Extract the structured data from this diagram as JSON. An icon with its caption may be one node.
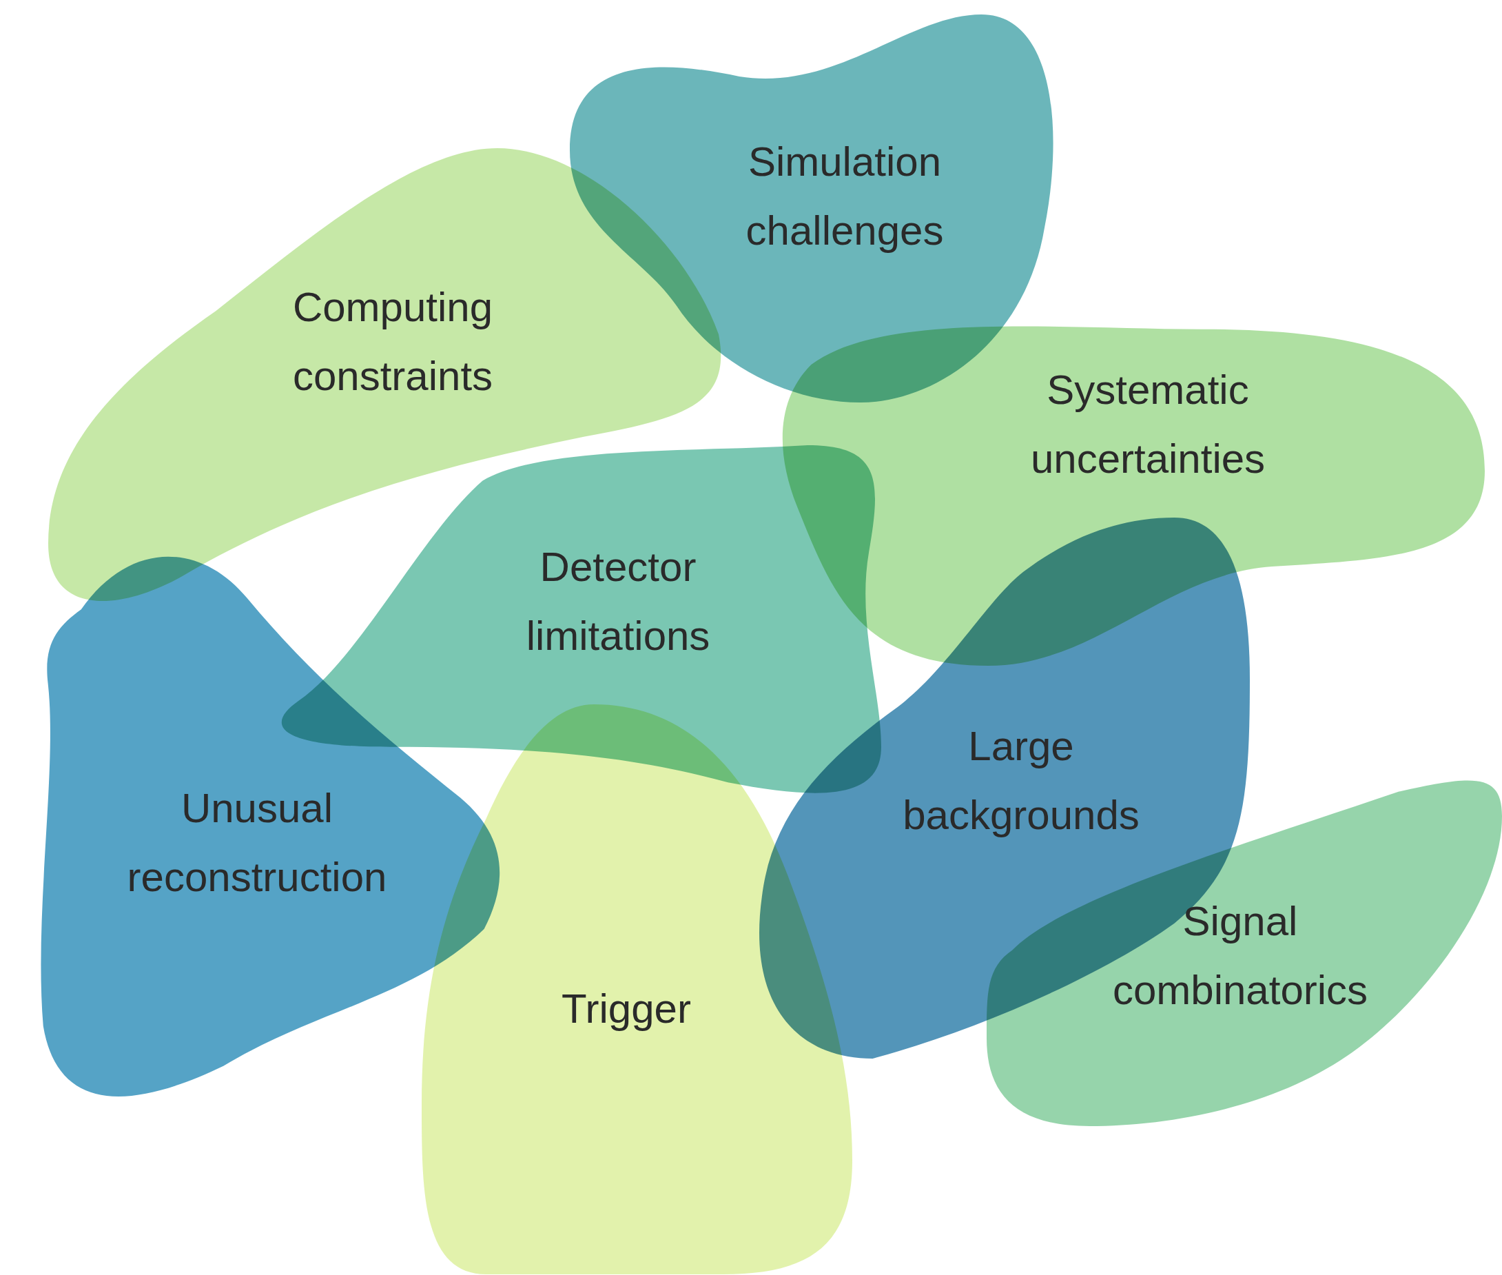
{
  "diagram": {
    "nodes": [
      {
        "text": [
          "Simulation challenges"
        ]
      },
      {
        "text": [
          "Computing constraints"
        ]
      },
      {
        "text": [
          "Systematic uncertainties"
        ]
      },
      {
        "text": [
          "Detector limitations"
        ]
      },
      {
        "text": [
          "Unusual reconstruction"
        ]
      },
      {
        "text": [
          "Trigger"
        ]
      },
      {
        "text": [
          "Large backgrounds"
        ]
      },
      {
        "text": [
          "Signal combinatorics"
        ]
      }
    ]
  }
}
